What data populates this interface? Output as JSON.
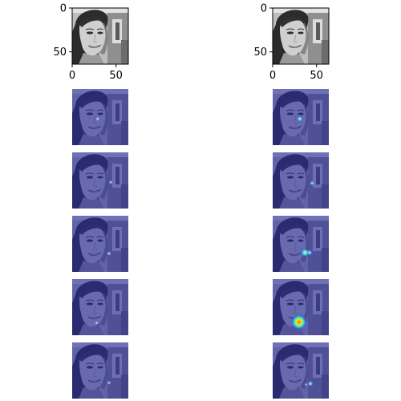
{
  "chart_data": {
    "type": "image-grid",
    "rows": 6,
    "columns": 2,
    "image_extent": [
      0,
      64
    ],
    "x_ticks": [
      0,
      50
    ],
    "y_ticks": [
      0,
      50
    ],
    "image_description": "grayscale face, woman with dark hair smiling",
    "overlay": {
      "colormap": "jet",
      "alpha": 0.5,
      "background": "#2a2a9c"
    },
    "panels": [
      [
        {
          "kind": "image",
          "axes": true
        },
        {
          "kind": "image",
          "axes": true
        }
      ],
      [
        {
          "kind": "heatmap",
          "axes": false,
          "hotspots": [
            {
              "x": 29,
              "y": 34,
              "r": 2.0,
              "intensity": 0.35
            }
          ]
        },
        {
          "kind": "heatmap",
          "axes": false,
          "hotspots": [
            {
              "x": 31,
              "y": 34,
              "r": 3.0,
              "intensity": 0.7
            }
          ]
        }
      ],
      [
        {
          "kind": "heatmap",
          "axes": false,
          "hotspots": [
            {
              "x": 44,
              "y": 34,
              "r": 1.8,
              "intensity": 0.35
            }
          ]
        },
        {
          "kind": "heatmap",
          "axes": false,
          "hotspots": [
            {
              "x": 45,
              "y": 35,
              "r": 2.6,
              "intensity": 0.5
            }
          ]
        }
      ],
      [
        {
          "kind": "heatmap",
          "axes": false,
          "hotspots": [
            {
              "x": 42,
              "y": 43,
              "r": 2.0,
              "intensity": 0.35
            }
          ]
        },
        {
          "kind": "heatmap",
          "axes": false,
          "hotspots": [
            {
              "x": 37,
              "y": 42,
              "r": 4.5,
              "intensity": 0.75
            },
            {
              "x": 42,
              "y": 42,
              "r": 3.0,
              "intensity": 0.55
            }
          ]
        }
      ],
      [
        {
          "kind": "heatmap",
          "axes": false,
          "hotspots": [
            {
              "x": 28,
              "y": 50,
              "r": 1.8,
              "intensity": 0.35
            }
          ]
        },
        {
          "kind": "heatmap",
          "axes": false,
          "hotspots": [
            {
              "x": 30,
              "y": 49,
              "r": 8.0,
              "intensity": 0.95
            }
          ]
        }
      ],
      [
        {
          "kind": "heatmap",
          "axes": false,
          "hotspots": [
            {
              "x": 42,
              "y": 46,
              "r": 1.8,
              "intensity": 0.35
            }
          ]
        },
        {
          "kind": "heatmap",
          "axes": false,
          "hotspots": [
            {
              "x": 43,
              "y": 47,
              "r": 3.0,
              "intensity": 0.6
            },
            {
              "x": 38,
              "y": 48,
              "r": 1.5,
              "intensity": 0.4
            }
          ]
        }
      ]
    ]
  }
}
